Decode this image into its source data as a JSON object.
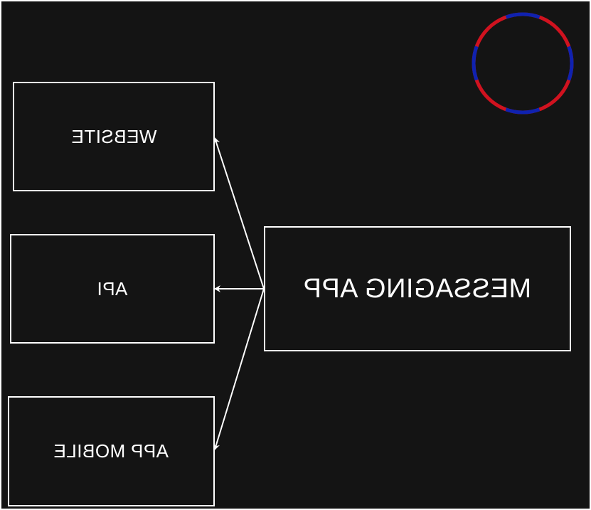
{
  "nodes": {
    "website": "WEBSITE",
    "api": "API",
    "mobile": "APP MOBILE",
    "main": "MESSAGING APP"
  },
  "edges": [
    {
      "from": "main",
      "to": "website"
    },
    {
      "from": "main",
      "to": "api"
    },
    {
      "from": "main",
      "to": "mobile"
    }
  ],
  "colors": {
    "background": "#141414",
    "stroke": "#ffffff",
    "ring_red": "#d0121f",
    "ring_blue": "#0f22b0"
  },
  "icons": {
    "ring": "dashed-circle-icon"
  }
}
